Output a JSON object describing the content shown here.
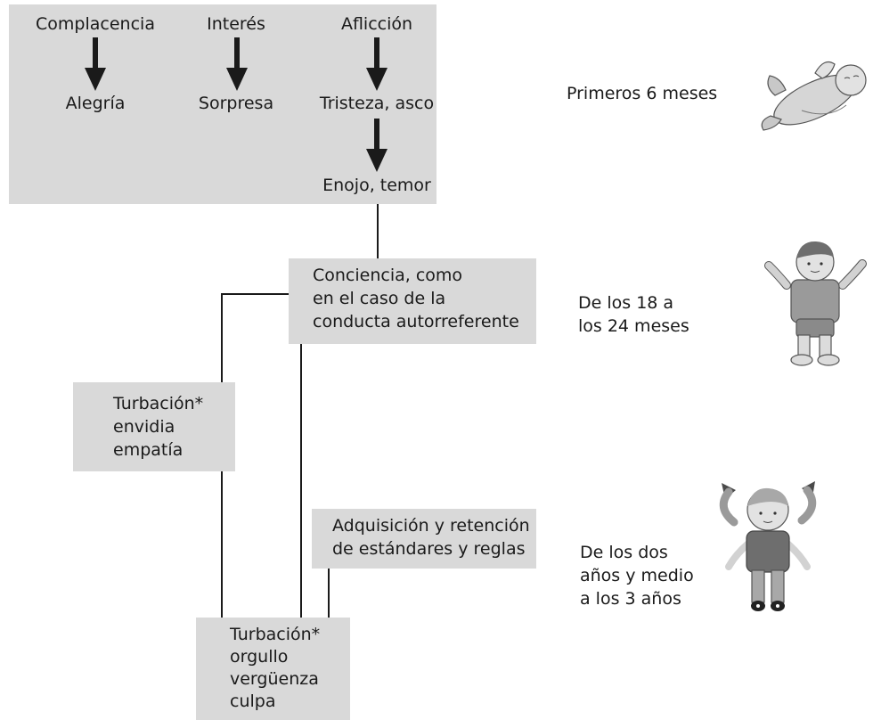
{
  "stage1": {
    "tops": [
      "Complacencia",
      "Interés",
      "Aflicción"
    ],
    "bottoms": [
      "Alegría",
      "Sorpresa",
      "Tristeza, asco"
    ],
    "extra": "Enojo, temor"
  },
  "stage2": {
    "text": "Conciencia, como\nen el caso de la\nconducta autorreferente"
  },
  "box_emb1": {
    "text": "Turbación*\nenvidia\nempatía"
  },
  "box_standards": {
    "text": "Adquisición y retención\nde estándares y reglas"
  },
  "box_emb2": {
    "text": "Turbación*\norgullo\nvergüenza\nculpa"
  },
  "ages": {
    "a1": "Primeros 6 meses",
    "a2": "De los 18 a\nlos 24 meses",
    "a3": "De los dos\naños y medio\na los 3 años"
  }
}
